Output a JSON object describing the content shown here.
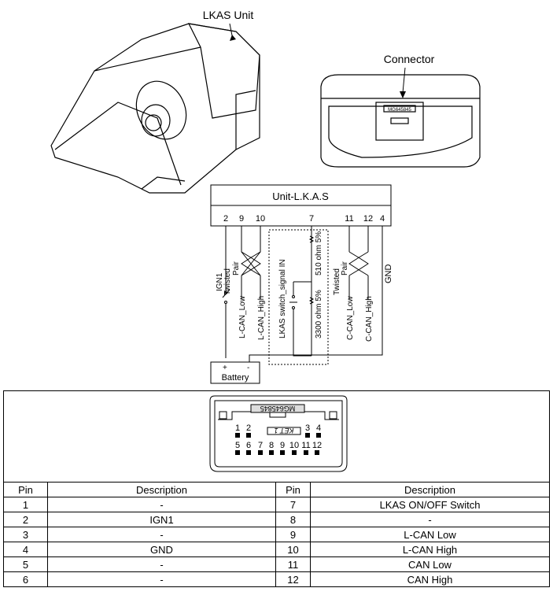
{
  "labels": {
    "lkas_unit": "LKAS Unit",
    "connector": "Connector"
  },
  "wiring": {
    "unit_title": "Unit-L.K.A.S",
    "pins": [
      "2",
      "9",
      "10",
      "7",
      "11",
      "12",
      "4"
    ],
    "twisted_pair_1": [
      "Twisted",
      "Pair"
    ],
    "twisted_pair_2": [
      "Twisted",
      "Pair"
    ],
    "ign1": "IGN1",
    "l_can_low": "L-CAN_Low",
    "l_can_high": "L-CAN_High",
    "switch_signal": "LKAS switch_signal IN",
    "r1": "510 ohm 5%",
    "r2": "3300 ohm 5%",
    "c_can_low": "C-CAN_Low",
    "c_can_high": "C-CAN_High",
    "gnd": "GND",
    "battery": "Battery",
    "plus": "+",
    "minus": "-"
  },
  "connector_face": {
    "part_no": "MG645845",
    "key": "KET 1",
    "top_pins": [
      "1",
      "2",
      "3",
      "4"
    ],
    "bottom_pins": [
      "5",
      "6",
      "7",
      "8",
      "9",
      "10",
      "11",
      "12"
    ]
  },
  "table": {
    "headers": [
      "Pin",
      "Description",
      "Pin",
      "Description"
    ],
    "rows": [
      [
        "1",
        "-",
        "7",
        "LKAS ON/OFF Switch"
      ],
      [
        "2",
        "IGN1",
        "8",
        "-"
      ],
      [
        "3",
        "-",
        "9",
        "L-CAN Low"
      ],
      [
        "4",
        "GND",
        "10",
        "L-CAN High"
      ],
      [
        "5",
        "-",
        "11",
        "CAN Low"
      ],
      [
        "6",
        "-",
        "12",
        "CAN High"
      ]
    ]
  }
}
